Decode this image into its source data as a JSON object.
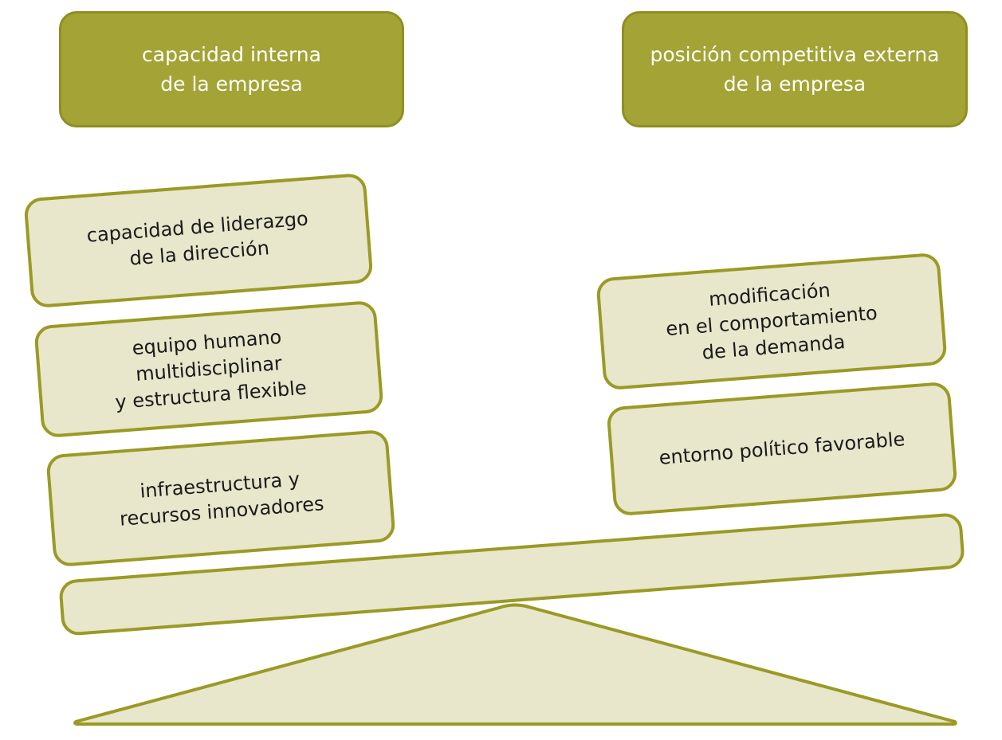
{
  "headers": {
    "left": "capacidad interna\nde la empresa",
    "right": "posición competitiva externa\nde la empresa"
  },
  "left_blocks": [
    {
      "label": "capacidad de liderazgo\nde la dirección"
    },
    {
      "label": "equipo  humano\nmultidisciplinar\ny estructura flexible"
    },
    {
      "label": "infraestructura y\nrecursos innovadores"
    }
  ],
  "right_blocks": [
    {
      "label": "modificación\nen el comportamiento\nde la demanda"
    },
    {
      "label": "entorno político favorable"
    }
  ],
  "colors": {
    "header_fill": "#a3a336",
    "block_fill": "#e8e6cb",
    "outline": "#9a9a25",
    "header_text": "#ffffff"
  }
}
